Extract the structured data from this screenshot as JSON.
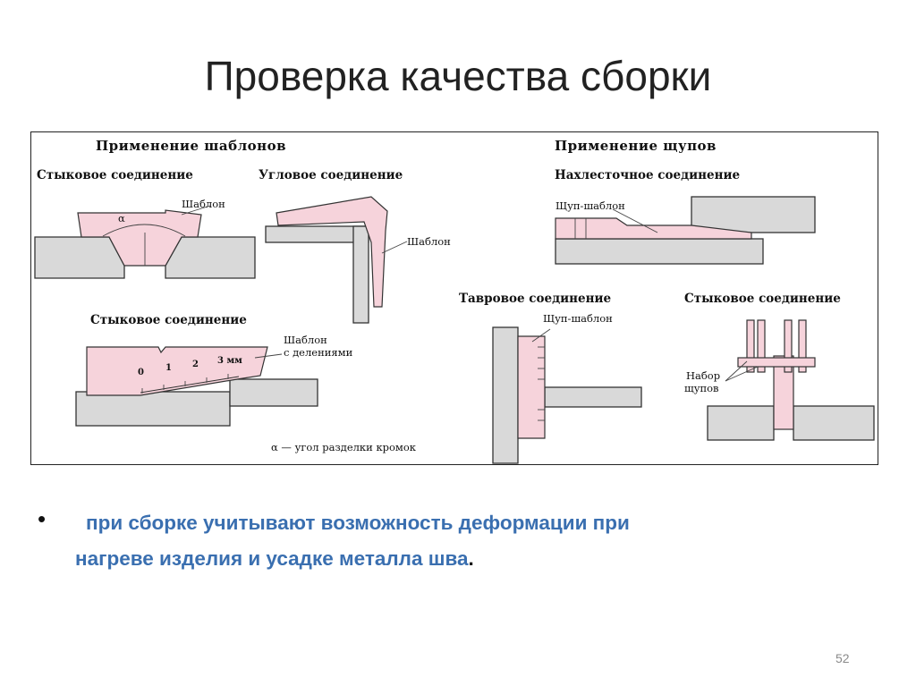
{
  "slide": {
    "title": "Проверка качества сборки",
    "bullet_line1": "при сборке учитывают возможность деформации при",
    "bullet_line2": "нагреве изделия и усадке металла шва",
    "bullet_period": ".",
    "page_number": "52"
  },
  "figure": {
    "templates_heading": "Применение шаблонов",
    "feelers_heading": "Применение щупов",
    "butt_joint_1": "Стыковое соединение",
    "corner_joint": "Угловое соединение",
    "butt_joint_2": "Стыковое соединение",
    "lap_joint": "Нахлесточное соединение",
    "tee_joint": "Тавровое соединение",
    "butt_joint_3": "Стыковое соединение",
    "template_label_1": "Шаблон",
    "template_label_2": "Шаблон",
    "template_div_line1": "Шаблон",
    "template_div_line2": "с делениями",
    "feeler_template_1": "Щуп-шаблон",
    "feeler_template_2": "Щуп-шаблон",
    "feeler_set_line1": "Набор",
    "feeler_set_line2": "щупов",
    "alpha_symbol": "α",
    "scale_0": "0",
    "scale_1": "1",
    "scale_2": "2",
    "scale_3": "3 мм",
    "footnote": "α — угол разделки кромок"
  },
  "colors": {
    "template_fill": "#f6d3db",
    "metal_fill": "#d9d9d9",
    "bullet_text": "#3a6fb0"
  }
}
